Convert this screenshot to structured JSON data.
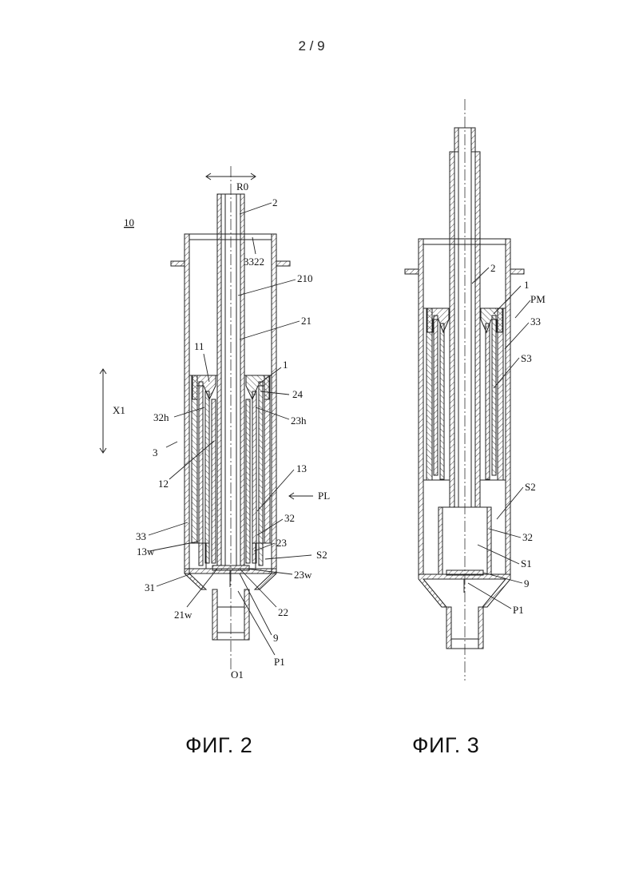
{
  "page_number": "2 / 9",
  "captions": {
    "fig2": "ФИГ. 2",
    "fig3": "ФИГ. 3"
  },
  "fig2_labels": {
    "ref_assembly": "10",
    "r0": "R0",
    "l2": "2",
    "l3322": "3322",
    "l210": "210",
    "l21": "21",
    "l11": "11",
    "l1": "1",
    "l24": "24",
    "x1": "X1",
    "l32h": "32h",
    "l23h": "23h",
    "l3": "3",
    "l12": "12",
    "l13": "13",
    "pl": "PL",
    "l33": "33",
    "l32": "32",
    "l13w": "13w",
    "l23": "23",
    "s2": "S2",
    "l23w": "23w",
    "l31": "31",
    "l21w": "21w",
    "l22": "22",
    "l9": "9",
    "p1": "P1",
    "o1": "O1"
  },
  "fig3_labels": {
    "l2": "2",
    "l1": "1",
    "pm": "PM",
    "l33": "33",
    "s3": "S3",
    "s2": "S2",
    "l32": "32",
    "s1": "S1",
    "l9": "9",
    "p1": "P1"
  }
}
